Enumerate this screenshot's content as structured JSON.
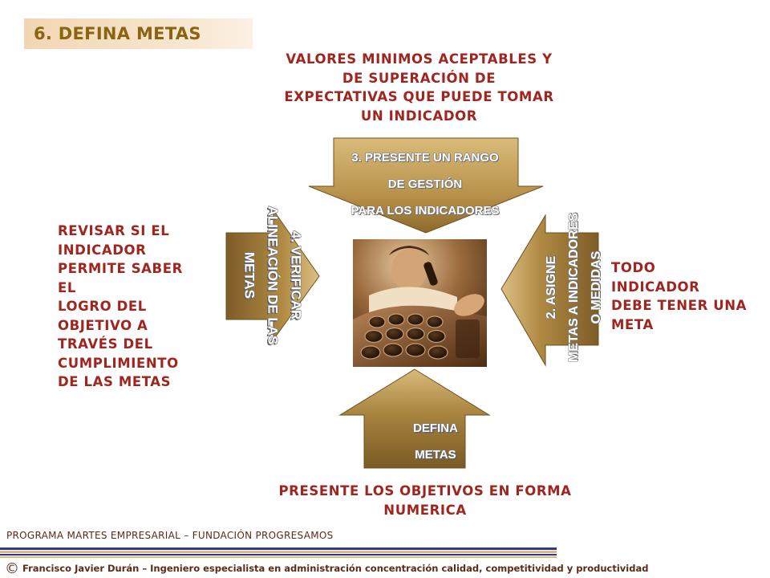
{
  "title": "6. DEFINA METAS",
  "top_description": [
    "VALORES MINIMOS ACEPTABLES Y",
    "DE SUPERACIÓN DE",
    "EXPECTATIVAS QUE PUEDE TOMAR",
    "UN INDICADOR"
  ],
  "left_description": [
    "REVISAR SI EL",
    "INDICADOR",
    "PERMITE SABER EL",
    "LOGRO DEL",
    "OBJETIVO A",
    "TRAVÉS DEL",
    "CUMPLIMIENTO",
    "DE LAS METAS"
  ],
  "right_description": [
    "TODO",
    "INDICADOR",
    "DEBE TENER UNA",
    "META"
  ],
  "bottom_description": [
    "PRESENTE LOS OBJETIVOS EN FORMA",
    "NUMERICA"
  ],
  "arrows": {
    "top": [
      "3. PRESENTE UN RANGO",
      "DE GESTIÓN",
      "PARA LOS INDICADORES"
    ],
    "right": [
      "2. ASIGNE",
      "METAS A INDICADORES",
      "O MEDIDAS"
    ],
    "bottom": [
      "DEFINA",
      "METAS"
    ],
    "left": [
      "4. VERIFICAR",
      "ALINEACIÓN  DE  LAS",
      "METAS"
    ]
  },
  "colors": {
    "title_bg": "#f2d6b3",
    "title_text": "#8a6410",
    "description_text": "#a0251e",
    "arrow_gold": "#c9a45c",
    "arrow_dark": "#7a5a25",
    "footer_line": "#2b3a8c"
  },
  "footer": {
    "program": "PROGRAMA MARTES EMPRESARIAL – FUNDACIÓN PROGRESAMOS",
    "copyright_symbol": "©",
    "copyright": "Francisco Javier Durán – Ingeniero especialista en administración concentración calidad, competitividad y productividad"
  }
}
